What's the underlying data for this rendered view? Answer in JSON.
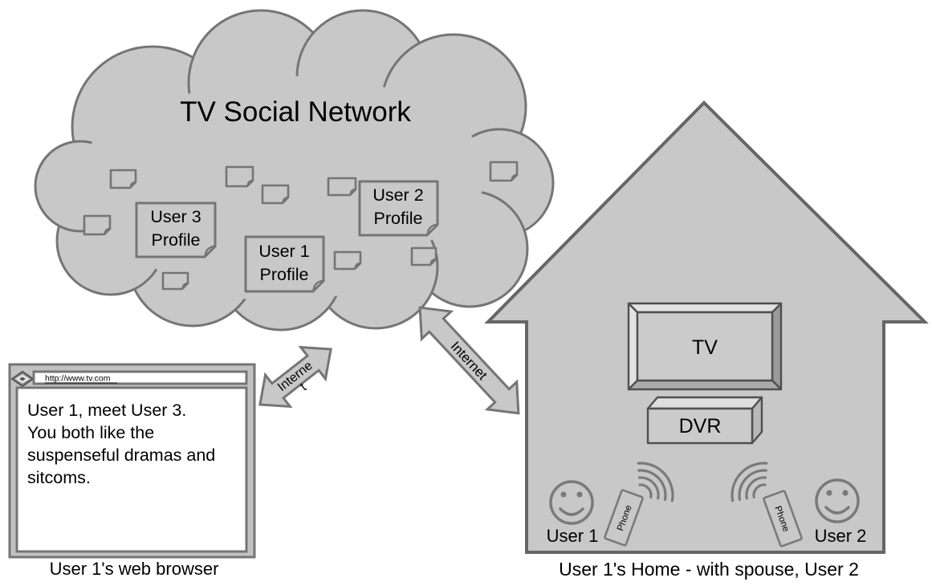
{
  "colors": {
    "shape_fill": "#c8c8c8",
    "shape_stroke": "#757575",
    "house_stroke": "#666666",
    "dark_stroke": "#4f4f4f",
    "face_stroke": "#7a7a7a",
    "frame_fill": "#c2c2c2",
    "bevel_light": "#e2e2e2",
    "bevel_dark": "#9a9a9a",
    "bevel_bottom": "#ababab",
    "screen_fill": "#cbcbcb",
    "text": "#000000"
  },
  "cloud": {
    "title": "TV Social Network",
    "profiles": [
      {
        "line1": "User 3",
        "line2": "Profile"
      },
      {
        "line1": "User 1",
        "line2": "Profile"
      },
      {
        "line1": "User 2",
        "line2": "Profile"
      }
    ]
  },
  "browser": {
    "url": "http://www.tv.com",
    "message_lines": [
      "User 1, meet User 3.",
      "You both like the",
      "suspenseful dramas and",
      "sitcoms."
    ],
    "caption": "User 1's web browser"
  },
  "arrows": {
    "left": {
      "label_line1": "Interne",
      "label_line2": "t"
    },
    "right": {
      "label": "Internet"
    }
  },
  "house": {
    "tv_label": "TV",
    "dvr_label": "DVR",
    "phone_label": "Phone",
    "user1_label": "User 1",
    "user2_label": "User 2",
    "caption": "User 1's Home - with spouse, User 2"
  }
}
